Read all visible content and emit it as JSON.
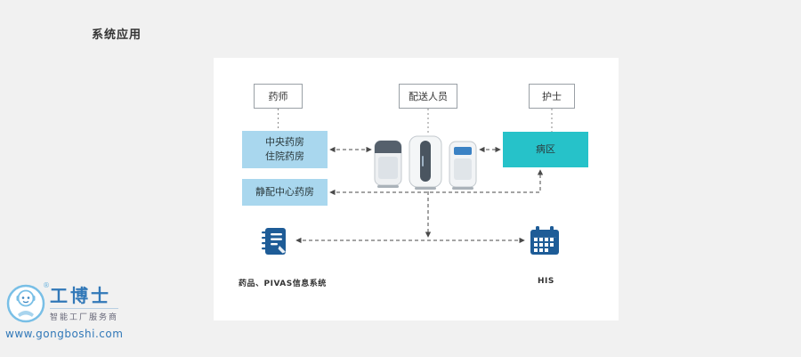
{
  "page": {
    "title": "系统应用"
  },
  "diagram": {
    "actors": [
      {
        "id": "pharmacist",
        "label": "药师"
      },
      {
        "id": "delivery-staff",
        "label": "配送人员"
      },
      {
        "id": "nurse",
        "label": "护士"
      }
    ],
    "nodes": {
      "central_pharmacy_line1": "中央药房",
      "central_pharmacy_line2": "住院药房",
      "pivas_pharmacy": "静配中心药房",
      "ward": "病区"
    },
    "systems": {
      "pivas": {
        "label": "药品、PIVAS信息系统",
        "icon": "notebook-icon"
      },
      "his": {
        "label": "HIS",
        "icon": "calendar-icon"
      }
    },
    "icons": {
      "center": [
        "delivery-robot-icon",
        "delivery-robot-icon",
        "delivery-robot-icon"
      ]
    },
    "colors": {
      "pharmacy_blue": "#a9d7ee",
      "ward_teal": "#26c2c9",
      "system_icon_blue": "#1e5c97",
      "connector_gray": "#4a4a4a"
    }
  },
  "watermark": {
    "brand": "工博士",
    "registered_mark": "®",
    "tagline": "智能工厂服务商",
    "website": "www.gongboshi.com"
  }
}
